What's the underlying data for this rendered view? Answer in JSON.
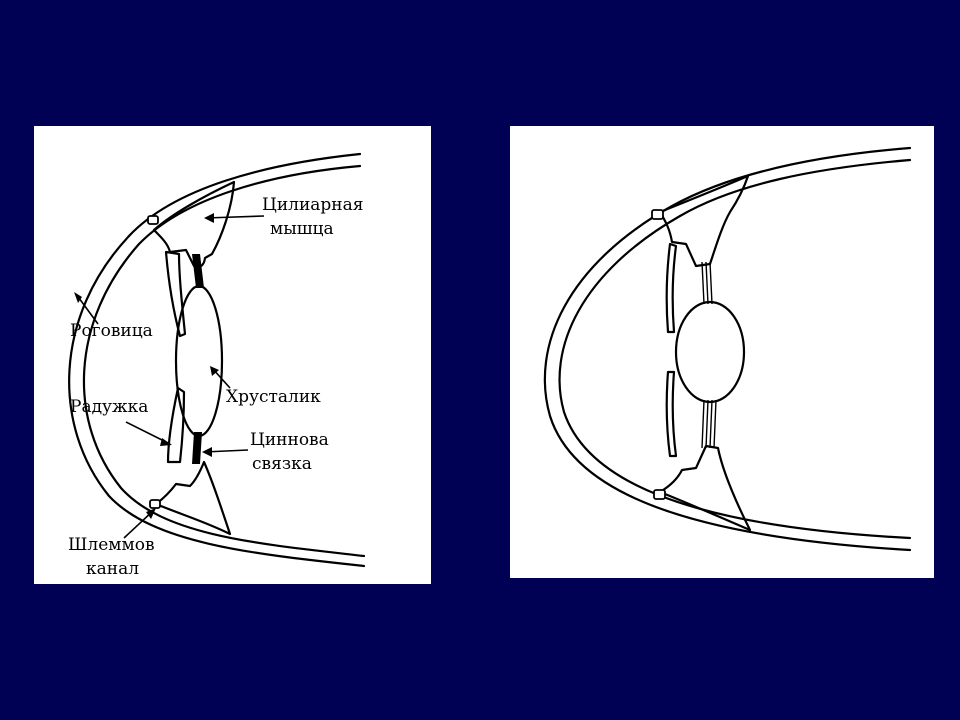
{
  "labels": {
    "ciliary_line1": "Цилиарная",
    "ciliary_line2": "мышца",
    "cornea": "Роговица",
    "lens": "Хрусталик",
    "iris": "Радужка",
    "zonule_line1": "Циннова",
    "zonule_line2": "связка",
    "schlemm_line1": "Шлеммов",
    "schlemm_line2": "канал"
  },
  "colors": {
    "background": "#000055",
    "panel": "#ffffff",
    "ink": "#000000"
  }
}
